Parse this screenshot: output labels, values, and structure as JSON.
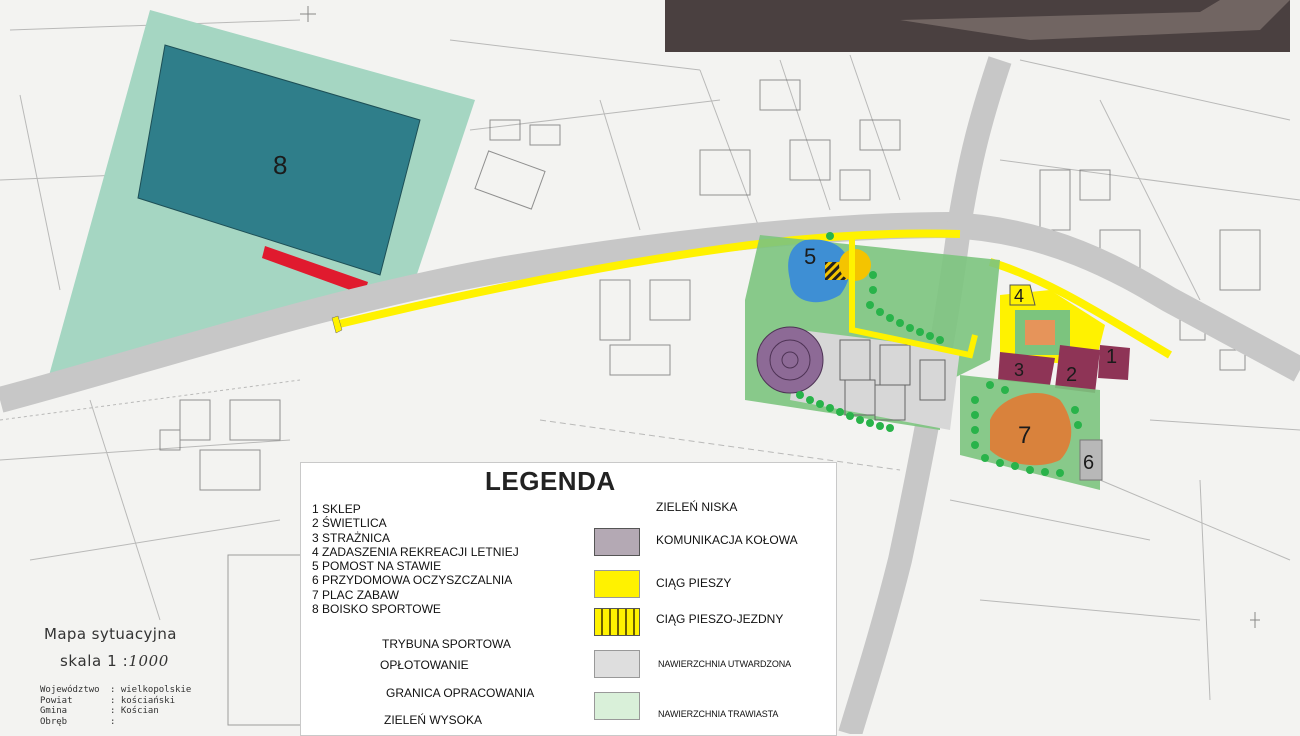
{
  "map": {
    "field_number": "8",
    "site_numbers": {
      "shop": "1",
      "community_hall": "2",
      "fire_station": "3",
      "shelter": "4",
      "pond_platform": "5",
      "treatment_plant": "6",
      "playground": "7"
    },
    "colors": {
      "field_lawn": "#a5d6c2",
      "field_area": "#2f7e8a",
      "grandstand": "#e01a2e",
      "road": "#c7c7c7",
      "pedestrian": "#fff200",
      "pond": "#3e8fd4",
      "lawn": "#7cc47e",
      "building": "#8e3456",
      "playground": "#d9823c",
      "treatment": "#b8b8b8",
      "dark_band": "#4a4040"
    }
  },
  "legend": {
    "title": "LEGENDA",
    "numbered_items": [
      "1 SKLEP",
      "2 ŚWIETLICA",
      "3 STRAŻNICA",
      "4 ZADASZENIA REKREACJI LETNIEJ",
      "5 POMOST NA STAWIE",
      "6 PRZYDOMOWA OCZYSZCZALNIA",
      "7 PLAC ZABAW",
      "8 BOISKO SPORTOWE"
    ],
    "symbols_left": [
      {
        "label": "TRYBUNA SPORTOWA",
        "icon": "red-bar"
      },
      {
        "label": "OPŁOTOWANIE",
        "icon": "dash-dot-line"
      },
      {
        "label": "GRANICA OPRACOWANIA",
        "icon": "dashed-line"
      },
      {
        "label": "ZIELEŃ WYSOKA",
        "icon": "green-dots"
      }
    ],
    "symbols_right": [
      {
        "label": "ZIELEŃ NISKA",
        "color": "#7cc47e"
      },
      {
        "label": "KOMUNIKACJA KOŁOWA",
        "color": "#b4a9b4"
      },
      {
        "label": "CIĄG PIESZY",
        "color": "#fff200"
      },
      {
        "label": "CIĄG PIESZO-JEZDNY",
        "color": "#fff200",
        "pattern": "vertical-stripes"
      },
      {
        "label": "NAWIERZCHNIA UTWARDZONA",
        "color": "#dedede"
      },
      {
        "label": "NAWIERZCHNIA TRAWIASTA",
        "color": "#d9f0d9"
      }
    ]
  },
  "title_block": {
    "title": "Mapa sytuacyjna",
    "scale_prefix": "skala 1 :",
    "scale_value": "1000",
    "meta": [
      {
        "key": "Województwo",
        "value": ": wielkopolskie"
      },
      {
        "key": "Powiat",
        "value": ": kościański"
      },
      {
        "key": "Gmina",
        "value": ": Kościan"
      },
      {
        "key": "Obręb",
        "value": ":"
      }
    ]
  }
}
